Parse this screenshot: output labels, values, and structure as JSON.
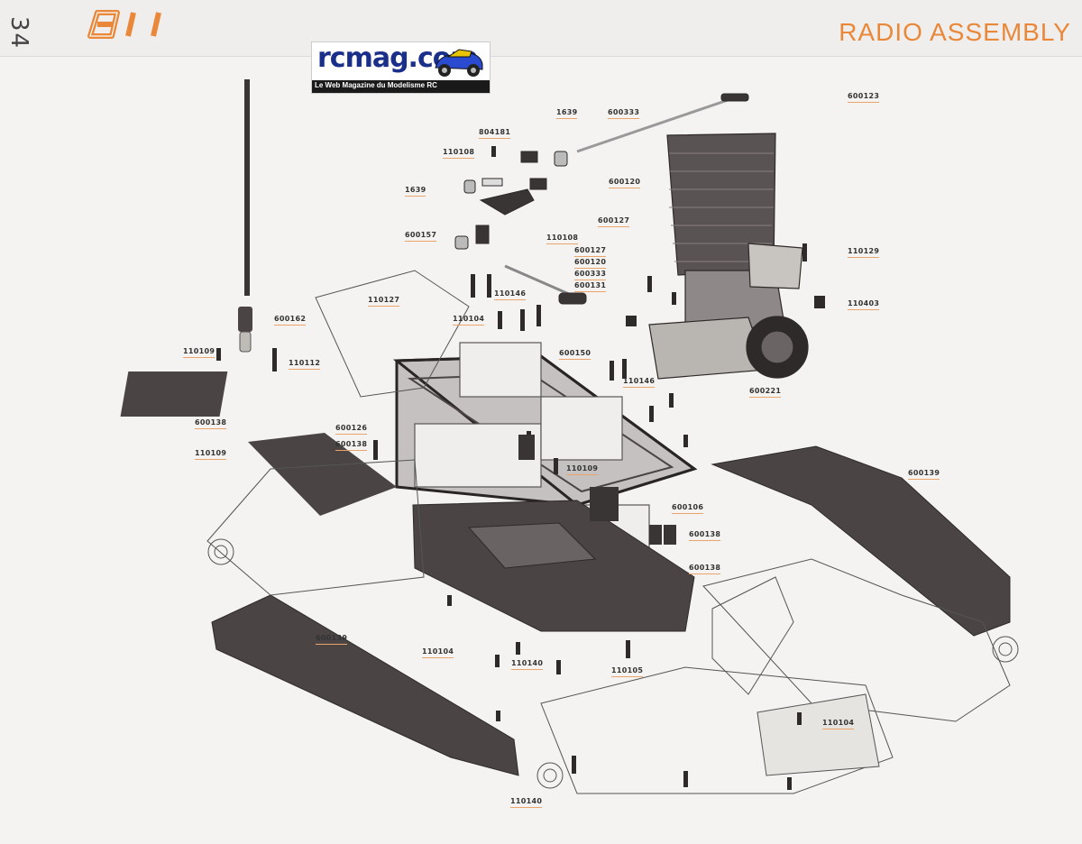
{
  "header": {
    "page_number": "34",
    "brand": "811",
    "section_title": "RADIO ASSEMBLY"
  },
  "watermark": {
    "title": "rcmag.com",
    "tagline": "Le Web Magazine du Modelisme RC"
  },
  "colors": {
    "accent": "#e9883a",
    "part_dark": "#4a4444",
    "part_line": "#3a3535",
    "callout_rule": "#e9a46c"
  },
  "callouts": [
    {
      "label": "600123"
    },
    {
      "label": "600333"
    },
    {
      "label": "1639"
    },
    {
      "label": "804181"
    },
    {
      "label": "110108"
    },
    {
      "label": "1639"
    },
    {
      "label": "600120"
    },
    {
      "label": "600127"
    },
    {
      "label": "600157"
    },
    {
      "label": "110108"
    },
    {
      "label": "600127"
    },
    {
      "label": "600120"
    },
    {
      "label": "600333"
    },
    {
      "label": "600131"
    },
    {
      "label": "110146"
    },
    {
      "label": "110129"
    },
    {
      "label": "110403"
    },
    {
      "label": "110127"
    },
    {
      "label": "110104"
    },
    {
      "label": "600162"
    },
    {
      "label": "110109"
    },
    {
      "label": "110112"
    },
    {
      "label": "600150"
    },
    {
      "label": "110146"
    },
    {
      "label": "600221"
    },
    {
      "label": "600138"
    },
    {
      "label": "600126"
    },
    {
      "label": "110109"
    },
    {
      "label": "600138"
    },
    {
      "label": "110109"
    },
    {
      "label": "600139"
    },
    {
      "label": "600106"
    },
    {
      "label": "600138"
    },
    {
      "label": "600138"
    },
    {
      "label": "600139"
    },
    {
      "label": "110104"
    },
    {
      "label": "110140"
    },
    {
      "label": "110105"
    },
    {
      "label": "110104"
    },
    {
      "label": "110140"
    }
  ]
}
